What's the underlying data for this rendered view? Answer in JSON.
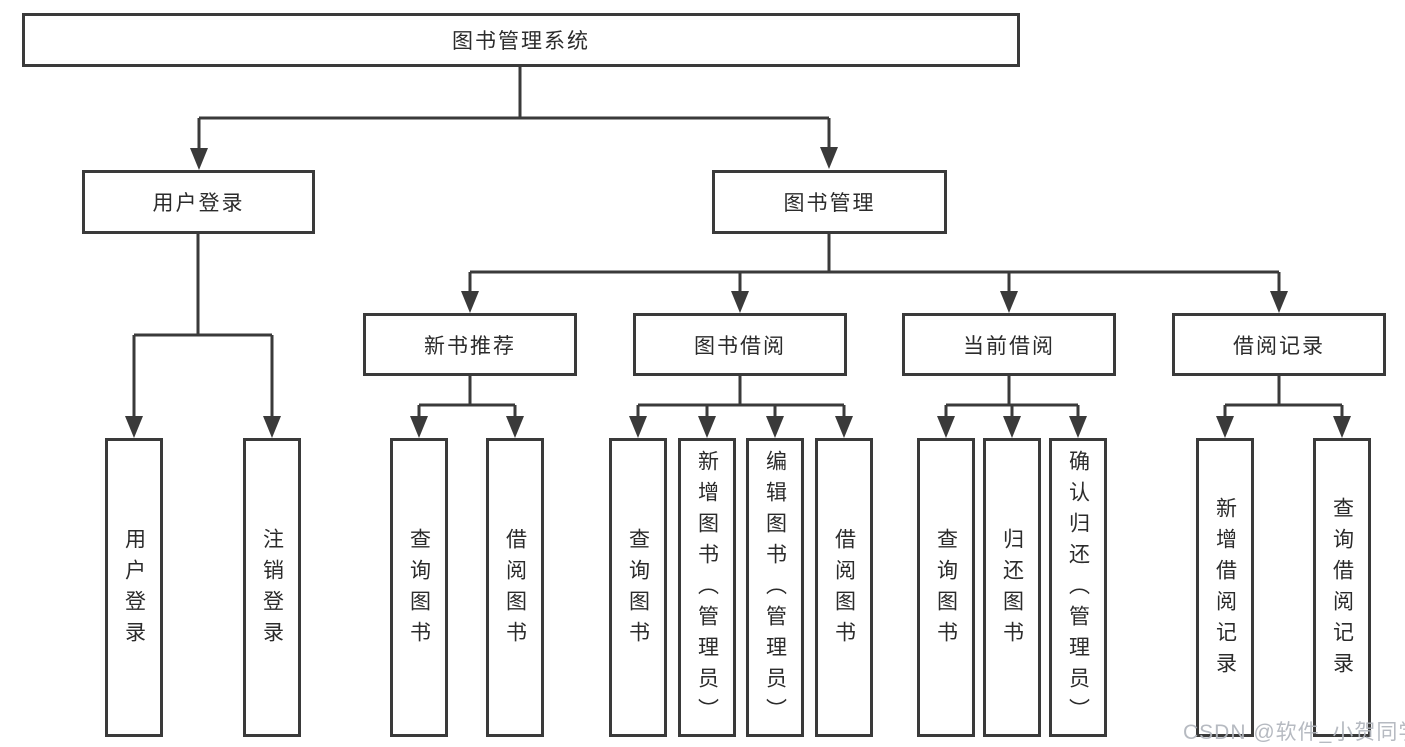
{
  "diagram": {
    "root": "图书管理系统",
    "branches": [
      {
        "label": "用户登录",
        "children": [
          "用户登录",
          "注销登录"
        ]
      },
      {
        "label": "图书管理",
        "groups": [
          {
            "label": "新书推荐",
            "children": [
              "查询图书",
              "借阅图书"
            ]
          },
          {
            "label": "图书借阅",
            "children": [
              "查询图书",
              "新增图书（管理员）",
              "编辑图书（管理员）",
              "借阅图书"
            ]
          },
          {
            "label": "当前借阅",
            "children": [
              "查询图书",
              "归还图书",
              "确认归还（管理员）"
            ]
          },
          {
            "label": "借阅记录",
            "children": [
              "新增借阅记录",
              "查询借阅记录"
            ]
          }
        ]
      }
    ]
  },
  "watermark": "CSDN @软件_小贺同学",
  "colors": {
    "line": "#3a3a3a",
    "text": "#2b2b2b",
    "watermark": "#b2b6be",
    "background": "#ffffff"
  }
}
